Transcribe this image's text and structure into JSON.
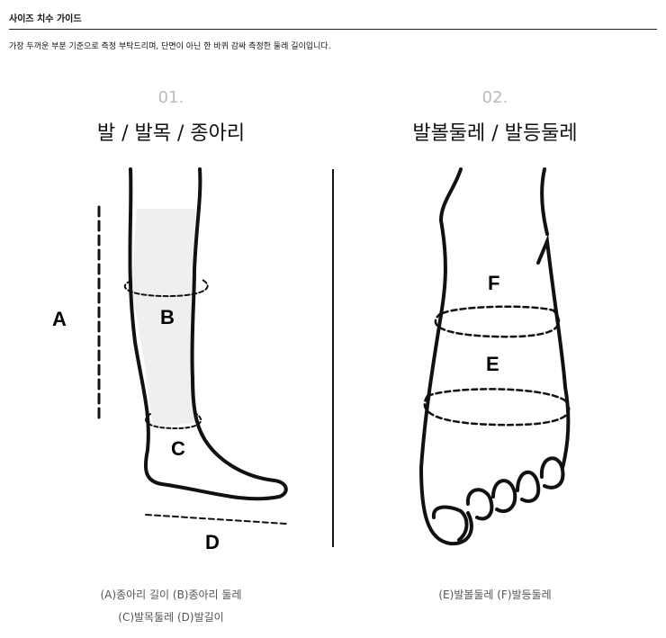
{
  "title": "사이즈 치수 가이드",
  "description": "가장 두꺼운 부분 기준으로 측정 부탁드리며, 단면이 아닌 한 바퀴 감싸 측정한 둘레 길이입니다.",
  "panels": [
    {
      "number": "01.",
      "heading": "발 / 발목 / 종아리",
      "labels": [
        "A",
        "B",
        "C",
        "D"
      ],
      "caption_line1": "(A)종아리 길이   (B)종아리 둘레",
      "caption_line2": "(C)발목둘레   (D)발길이"
    },
    {
      "number": "02.",
      "heading": "발볼둘레 / 발등둘레",
      "labels": [
        "F",
        "E"
      ],
      "caption_line1": "(E)발볼둘레   (F)발등둘레"
    }
  ],
  "colors": {
    "shade": "#efefef",
    "line": "#111111"
  }
}
